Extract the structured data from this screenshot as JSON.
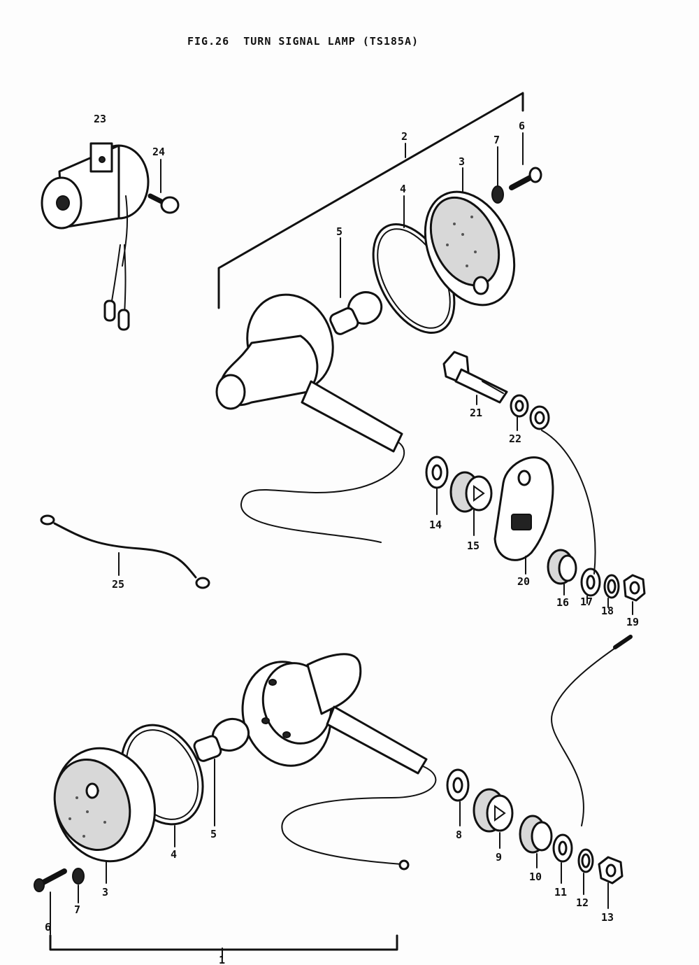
{
  "figure": {
    "title": "FIG.26  TURN SIGNAL LAMP (TS185A)"
  },
  "callouts": [
    {
      "id": "c2",
      "label": "2"
    },
    {
      "id": "c3a",
      "label": "3"
    },
    {
      "id": "c4a",
      "label": "4"
    },
    {
      "id": "c5a",
      "label": "5"
    },
    {
      "id": "c6a",
      "label": "6"
    },
    {
      "id": "c7a",
      "label": "7"
    },
    {
      "id": "c14",
      "label": "14"
    },
    {
      "id": "c15",
      "label": "15"
    },
    {
      "id": "c16",
      "label": "16"
    },
    {
      "id": "c17",
      "label": "17"
    },
    {
      "id": "c18",
      "label": "18"
    },
    {
      "id": "c19",
      "label": "19"
    },
    {
      "id": "c20",
      "label": "20"
    },
    {
      "id": "c21",
      "label": "21"
    },
    {
      "id": "c22",
      "label": "22"
    },
    {
      "id": "c23",
      "label": "23"
    },
    {
      "id": "c24",
      "label": "24"
    },
    {
      "id": "c25",
      "label": "25"
    },
    {
      "id": "c1",
      "label": "1"
    },
    {
      "id": "c3b",
      "label": "3"
    },
    {
      "id": "c4b",
      "label": "4"
    },
    {
      "id": "c5b",
      "label": "5"
    },
    {
      "id": "c6b",
      "label": "6"
    },
    {
      "id": "c7b",
      "label": "7"
    },
    {
      "id": "c8",
      "label": "8"
    },
    {
      "id": "c9",
      "label": "9"
    },
    {
      "id": "c10",
      "label": "10"
    },
    {
      "id": "c11",
      "label": "11"
    },
    {
      "id": "c12",
      "label": "12"
    },
    {
      "id": "c13",
      "label": "13"
    }
  ],
  "colors": {
    "ink": "#111111",
    "paper": "#fdfdfd"
  }
}
